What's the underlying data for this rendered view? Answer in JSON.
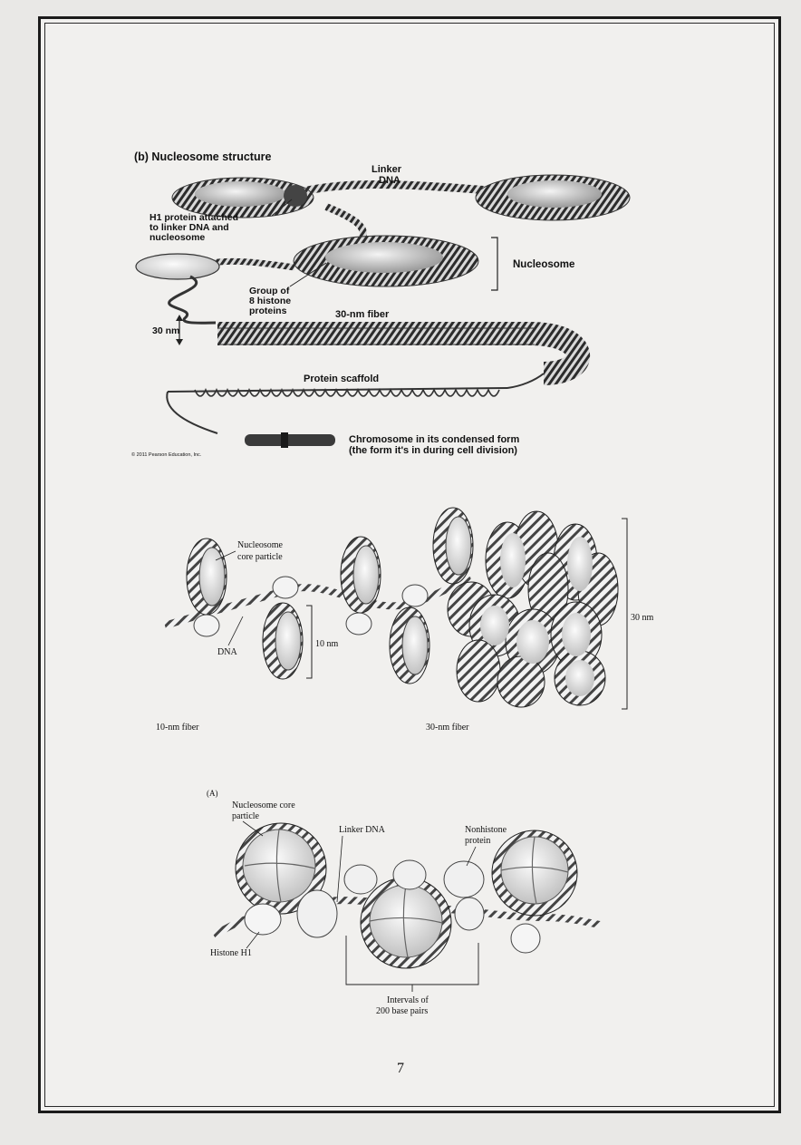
{
  "figure_b": {
    "title": "(b) Nucleosome structure",
    "linker_dna": [
      "Linker",
      "DNA"
    ],
    "h1_protein": [
      "H1 protein attached",
      "to linker DNA and",
      "nucleosome"
    ],
    "nucleosome": "Nucleosome",
    "histone_group": [
      "Group of",
      "8 histone",
      "proteins"
    ],
    "nm_30": "30 nm",
    "fiber_30nm": "30-nm fiber",
    "protein_scaffold": "Protein scaffold",
    "chromosome": [
      "Chromosome in its condensed form",
      "(the form it's in during cell division)"
    ],
    "copyright": "© 2011 Pearson Education, Inc."
  },
  "figure_fiber": {
    "core_particle": [
      "Nucleosome",
      "core particle"
    ],
    "dna": "DNA",
    "nm_10": "10 nm",
    "nm_30": "30 nm",
    "fiber_10nm": "10-nm fiber",
    "fiber_30nm": "30-nm fiber"
  },
  "figure_a": {
    "panel": "(A)",
    "core_particle": [
      "Nucleosome core",
      "particle"
    ],
    "linker_dna": "Linker DNA",
    "nonhistone": [
      "Nonhistone",
      "protein"
    ],
    "histone_h1": "Histone H1",
    "intervals": [
      "Intervals of",
      "200 base pairs"
    ]
  },
  "page_number": "7"
}
